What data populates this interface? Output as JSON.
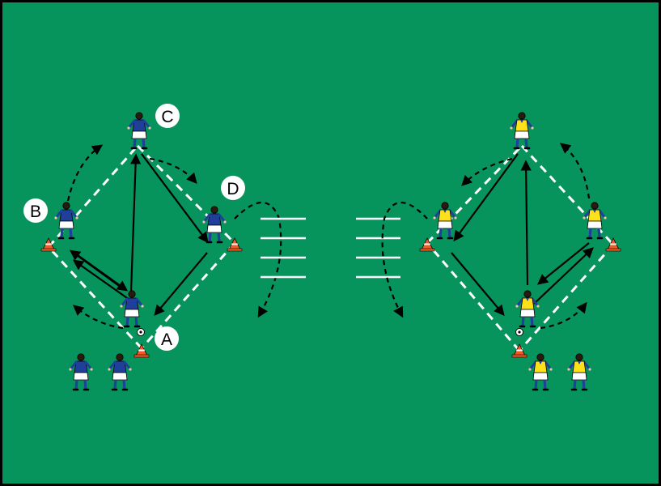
{
  "diagram": {
    "pitch_color": "#07945c",
    "border_color": "#000000",
    "line_color": "#ffffff",
    "arrow_color": "#000000",
    "cone_color": "#f15a24",
    "team_blue": {
      "shirt": "#1f3f9a",
      "shorts": "#ffffff",
      "socks": "#1f3f9a"
    },
    "team_yellow": {
      "vest": "#ffe11a",
      "shirt": "#1f3f9a",
      "shorts": "#ffffff",
      "socks": "#1f3f9a"
    },
    "labels": {
      "a": "A",
      "b": "B",
      "c": "C",
      "d": "D"
    }
  }
}
